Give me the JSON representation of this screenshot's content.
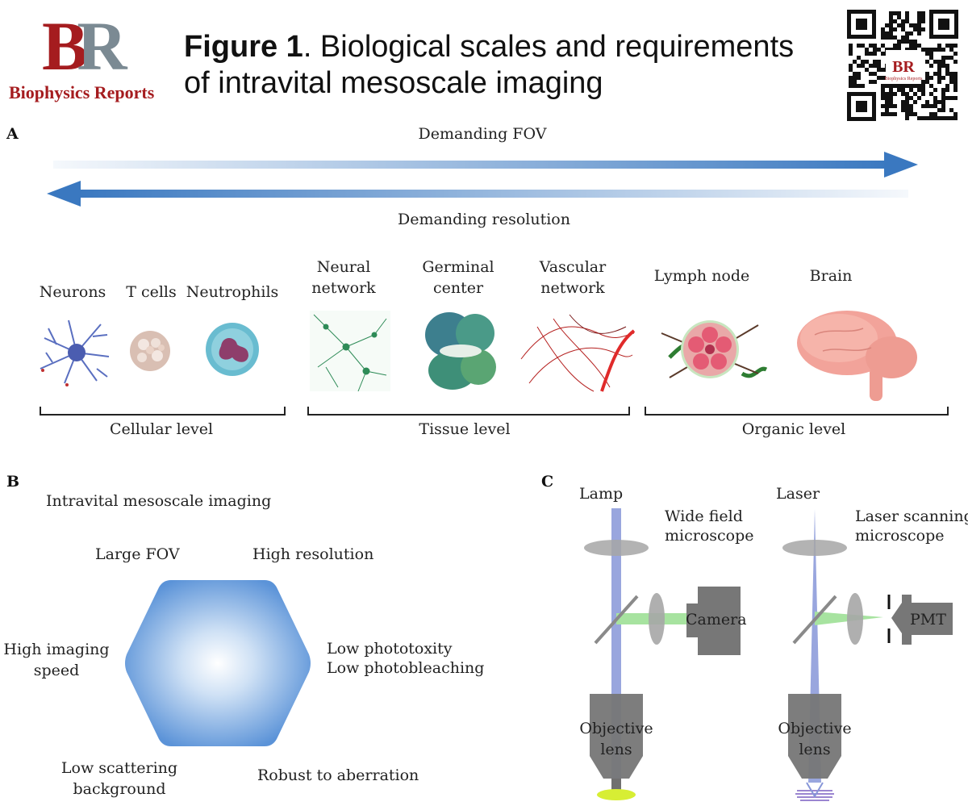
{
  "logo": {
    "b": "B",
    "r": "R",
    "journal": "Biophysics Reports",
    "qr_mark": "BR",
    "qr_caption": "Biophysics Reports"
  },
  "title": {
    "bold": "Figure 1",
    "rest": ". Biological scales and requirements",
    "line2": "of intravital mesoscale imaging"
  },
  "panel_a": {
    "label": "A",
    "top_arrow": "Demanding FOV",
    "bottom_arrow": "Demanding resolution",
    "items": {
      "neurons": "Neurons",
      "t_cells": "T cells",
      "neutrophils": "Neutrophils",
      "neural_network_1": "Neural",
      "neural_network_2": "network",
      "germinal_center_1": "Germinal",
      "germinal_center_2": "center",
      "vascular_network_1": "Vascular",
      "vascular_network_2": "network",
      "lymph_node": "Lymph node",
      "brain": "Brain"
    },
    "levels": {
      "cellular": "Cellular level",
      "tissue": "Tissue level",
      "organic": "Organic level"
    }
  },
  "panel_b": {
    "label": "B",
    "heading": "Intravital mesoscale imaging",
    "large_fov": "Large FOV",
    "high_resolution": "High resolution",
    "high_speed_1": "High imaging",
    "high_speed_2": "speed",
    "low_photo_1": "Low phototoxity",
    "low_photo_2": "Low photobleaching",
    "low_scatter_1": "Low scattering",
    "low_scatter_2": "background",
    "robust": "Robust to aberration"
  },
  "panel_c": {
    "label": "C",
    "lamp": "Lamp",
    "wide_field_1": "Wide field",
    "wide_field_2": "microscope",
    "camera": "Camera",
    "objective_1": "Objective",
    "objective_2": "lens",
    "laser": "Laser",
    "laser_scan_1": "Laser scanning",
    "laser_scan_2": "microscope",
    "pmt": "PMT",
    "objective2_1": "Objective",
    "objective2_2": "lens"
  },
  "colors": {
    "brand_red": "#a51c1f",
    "brand_gray": "#7b8a93",
    "arrow_blue": "#3a78c0",
    "beam_blue": "#7f93d6",
    "beam_green": "#a7e3a0"
  }
}
